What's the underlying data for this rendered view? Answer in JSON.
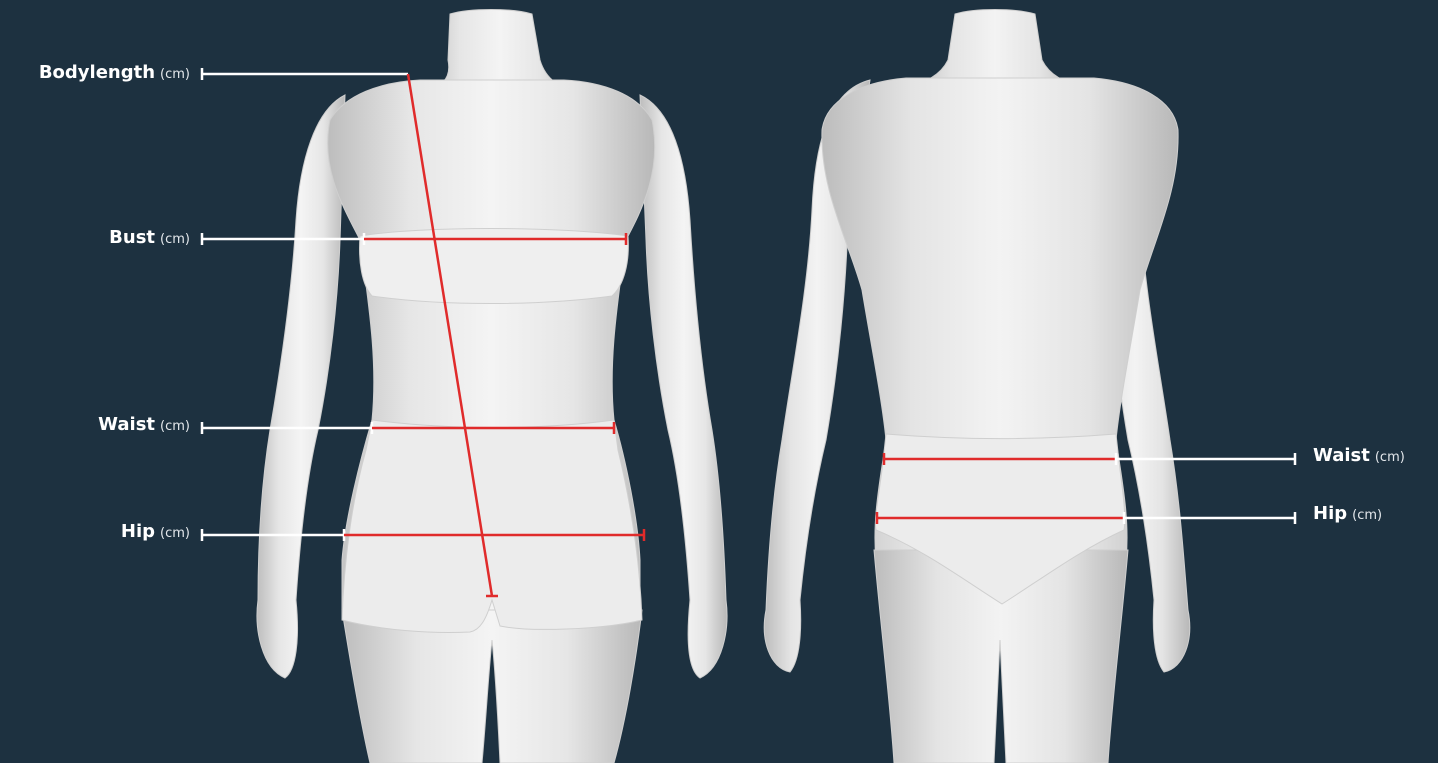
{
  "colors": {
    "background": "#1d3140",
    "leader_line": "#ffffff",
    "measure_line": "#e02b2b",
    "mannequin": "#e9e9e9"
  },
  "female": {
    "labels": [
      {
        "id": "bodylength",
        "name": "Bodylength",
        "unit": "(cm)"
      },
      {
        "id": "bust",
        "name": "Bust",
        "unit": "(cm)"
      },
      {
        "id": "waist",
        "name": "Waist",
        "unit": "(cm)"
      },
      {
        "id": "hip",
        "name": "Hip",
        "unit": "(cm)"
      }
    ]
  },
  "male": {
    "labels": [
      {
        "id": "waist",
        "name": "Waist",
        "unit": "(cm)"
      },
      {
        "id": "hip",
        "name": "Hip",
        "unit": "(cm)"
      }
    ]
  }
}
